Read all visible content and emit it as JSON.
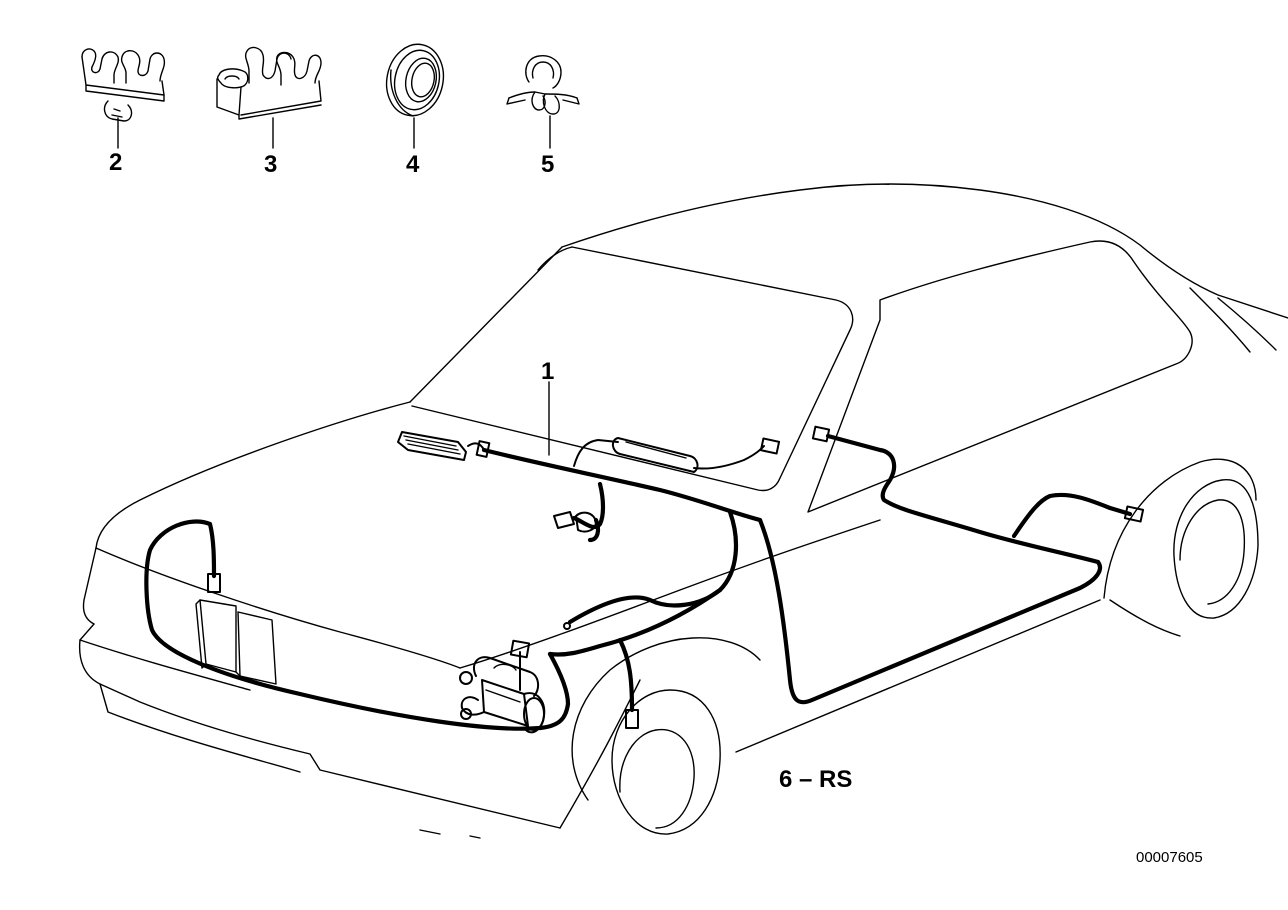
{
  "callouts": {
    "part_1": "1",
    "part_2": "2",
    "part_3": "3",
    "part_4": "4",
    "part_5": "5",
    "part_6": "6 – RS"
  },
  "catalog_number": "00007605",
  "colors": {
    "line": "#000000",
    "background": "#ffffff"
  }
}
